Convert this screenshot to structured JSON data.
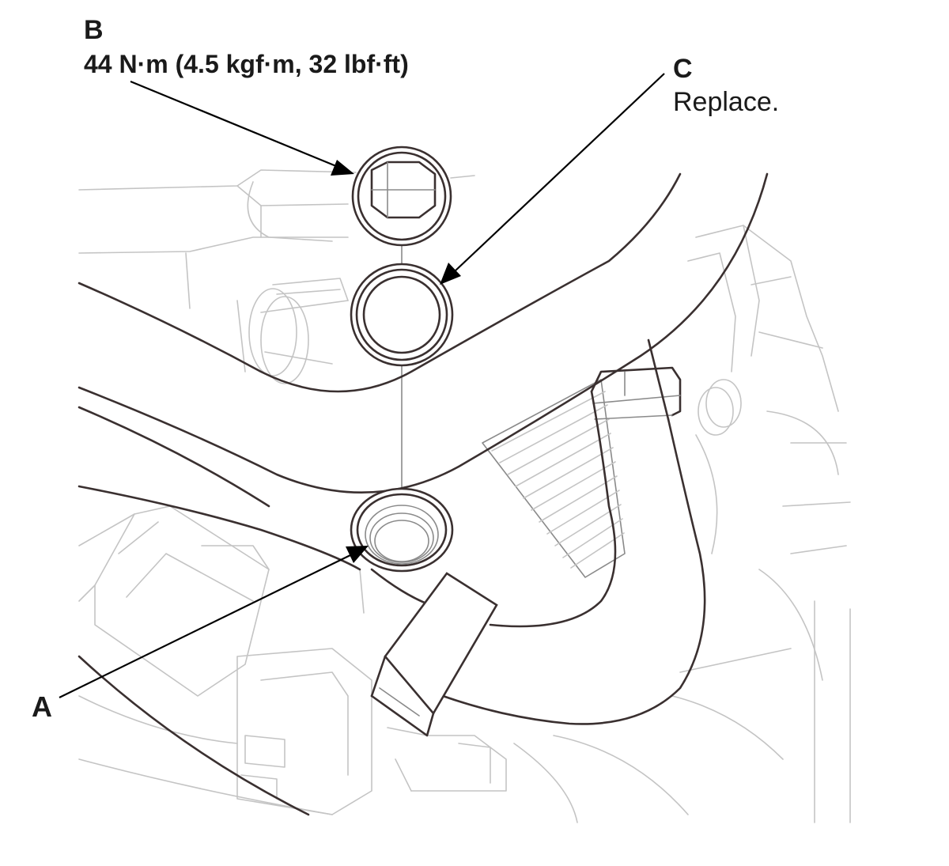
{
  "callouts": {
    "a": {
      "letter": "A"
    },
    "b": {
      "letter": "B",
      "torque": "44 N·m (4.5 kgf·m, 32 lbf·ft)"
    },
    "c": {
      "letter": "C",
      "note": "Replace."
    }
  },
  "colors": {
    "outline_dark": "#3a3030",
    "outline_light": "#c4c4c4",
    "text": "#1a1a1a"
  }
}
